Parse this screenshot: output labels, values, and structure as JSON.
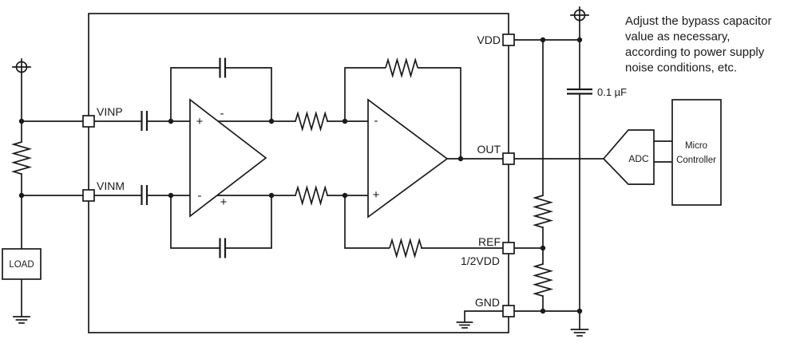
{
  "pins": {
    "vinp": "VINP",
    "vinm": "VINM",
    "vdd": "VDD",
    "out": "OUT",
    "ref": "REF",
    "ref_sub": "1/2VDD",
    "gnd": "GND"
  },
  "amp1": {
    "in_plus": "+",
    "out_minus": "-",
    "in_minus": "-",
    "out_plus": "+"
  },
  "amp2": {
    "in_minus": "-",
    "in_plus": "+"
  },
  "boxes": {
    "load": "LOAD",
    "adc": "ADC",
    "mcu_line1": "Micro",
    "mcu_line2": "Controller"
  },
  "cap_value": "0.1 µF",
  "annotation": {
    "lines": [
      "Adjust the bypass capacitor",
      "value as necessary,",
      "according to power supply",
      "noise conditions, etc."
    ]
  },
  "colors": {
    "line": "#1a1a1a",
    "background": "#ffffff"
  }
}
